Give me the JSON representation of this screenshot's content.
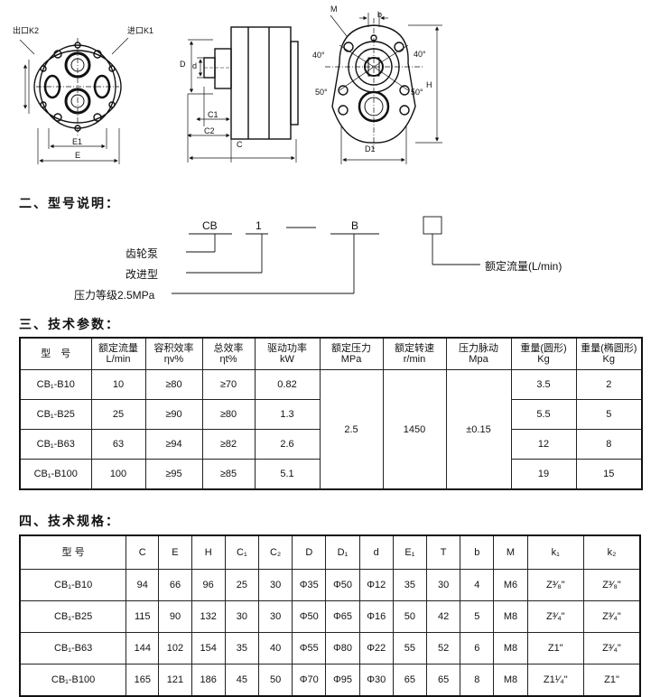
{
  "drawing": {
    "outlet_label": "出口K2",
    "inlet_label": "进口K1",
    "dims": {
      "E": "E",
      "E1": "E1",
      "C": "C",
      "C1": "C1",
      "C2": "C2",
      "D": "D",
      "d": "d",
      "M": "M",
      "b": "b",
      "H": "H",
      "D1": "D1",
      "a40_left": "40°",
      "a40_right": "40°",
      "a50_left": "50°",
      "a50_right": "50°"
    }
  },
  "model": {
    "title": "二、型号说明：",
    "code": {
      "part1": "CB",
      "part2": "1",
      "part3": "B"
    },
    "items": [
      "齿轮泵",
      "改进型",
      "压力等级2.5MPa"
    ],
    "flow_label": "额定流量(L/min)"
  },
  "params": {
    "title": "三、技术参数：",
    "headers": [
      [
        "型　号",
        ""
      ],
      [
        "额定流量",
        "L/min"
      ],
      [
        "容积效率",
        "ηv%"
      ],
      [
        "总效率",
        "ηt%"
      ],
      [
        "驱动功率",
        "kW"
      ],
      [
        "额定压力",
        "MPa"
      ],
      [
        "额定转速",
        "r/min"
      ],
      [
        "压力脉动",
        "Mpa"
      ],
      [
        "重量(圆形)",
        "Kg"
      ],
      [
        "重量(椭圆形)",
        "Kg"
      ]
    ],
    "rows": [
      [
        "CB₁-B10",
        "10",
        "≥80",
        "≥70",
        "0.82",
        "3.5",
        "2"
      ],
      [
        "CB₁-B25",
        "25",
        "≥90",
        "≥80",
        "1.3",
        "5.5",
        "5"
      ],
      [
        "CB₁-B63",
        "63",
        "≥94",
        "≥82",
        "2.6",
        "12",
        "8"
      ],
      [
        "CB₁-B100",
        "100",
        "≥95",
        "≥85",
        "5.1",
        "19",
        "15"
      ]
    ],
    "pressure": "2.5",
    "speed": "1450",
    "pulsation": "±0.15"
  },
  "specs": {
    "title": "四、技术规格：",
    "headers": [
      "型 号",
      "C",
      "E",
      "H",
      "C₁",
      "C₂",
      "D",
      "D₁",
      "d",
      "E₁",
      "T",
      "b",
      "M",
      "k₁",
      "k₂"
    ],
    "rows": [
      [
        "CB₁-B10",
        "94",
        "66",
        "96",
        "25",
        "30",
        "Φ35",
        "Φ50",
        "Φ12",
        "35",
        "30",
        "4",
        "M6",
        "Z³⁄₈\"",
        "Z³⁄₈\""
      ],
      [
        "CB₁-B25",
        "115",
        "90",
        "132",
        "30",
        "30",
        "Φ50",
        "Φ65",
        "Φ16",
        "50",
        "42",
        "5",
        "M8",
        "Z³⁄₄\"",
        "Z³⁄₄\""
      ],
      [
        "CB₁-B63",
        "144",
        "102",
        "154",
        "35",
        "40",
        "Φ55",
        "Φ80",
        "Φ22",
        "55",
        "52",
        "6",
        "M8",
        "Z1\"",
        "Z³⁄₄\""
      ],
      [
        "CB₁-B100",
        "165",
        "121",
        "186",
        "45",
        "50",
        "Φ70",
        "Φ95",
        "Φ30",
        "65",
        "65",
        "8",
        "M8",
        "Z1¹⁄₄\"",
        "Z1\""
      ]
    ]
  }
}
